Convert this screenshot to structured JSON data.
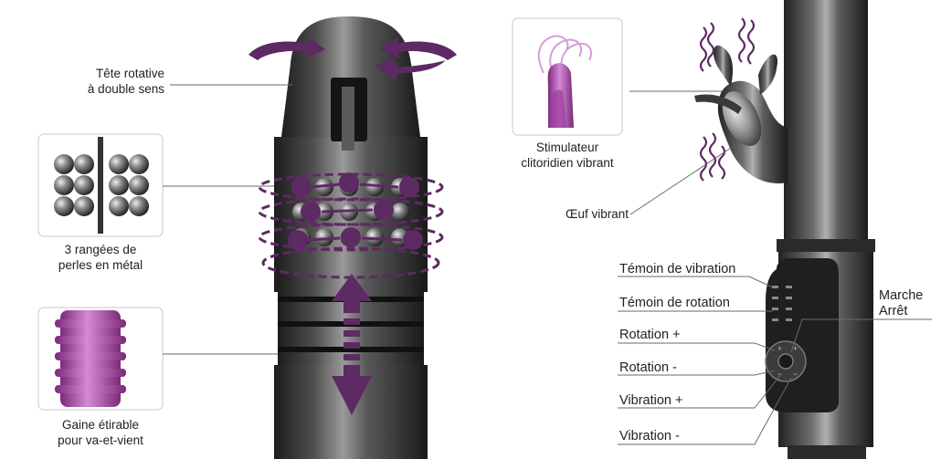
{
  "callouts": {
    "rotating_head": [
      "Tête rotative",
      "à double sens"
    ],
    "metal_beads": [
      "3 rangées de",
      "perles en métal"
    ],
    "stretch_sleeve": [
      "Gaine étirable",
      "pour va-et-vient"
    ],
    "clit_stimulator": [
      "Stimulateur",
      "clitoridien vibrant"
    ],
    "vibrating_egg": "Œuf vibrant",
    "vibration_indicator": "Témoin de vibration",
    "rotation_indicator": "Témoin de rotation",
    "rotation_plus": "Rotation +",
    "rotation_minus": "Rotation -",
    "vibration_plus": "Vibration +",
    "vibration_minus": "Vibration -",
    "power": [
      "Marche",
      "Arrêt"
    ]
  },
  "colors": {
    "accent_purple": "#5e2a63",
    "metal_dark": "#2b2b2b",
    "metal_light": "#8a8a8a",
    "sleeve_pink": "#b14ab0",
    "leader_line": "#6a6a6a"
  }
}
